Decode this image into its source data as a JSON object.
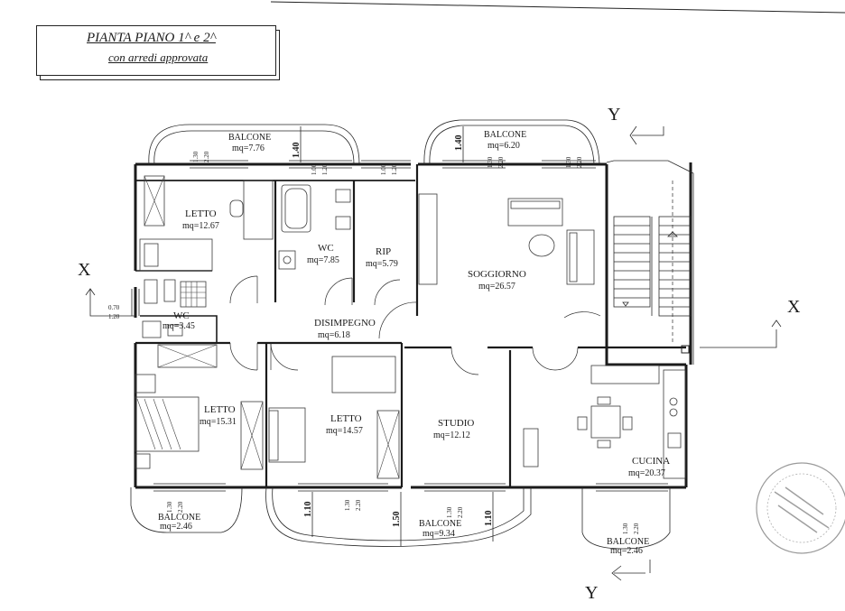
{
  "title": {
    "line1": "PIANTA PIANO 1^ e 2^",
    "line2": "con arredi approvata"
  },
  "rooms": [
    {
      "id": "letto-nw",
      "name": "LETTO",
      "area": "mq=12.67"
    },
    {
      "id": "wc-main",
      "name": "WC",
      "area": "mq=7.85"
    },
    {
      "id": "rip",
      "name": "RIP",
      "area": "mq=5.79"
    },
    {
      "id": "soggiorno",
      "name": "SOGGIORNO",
      "area": "mq=26.57"
    },
    {
      "id": "wc-small",
      "name": "WC",
      "area": "mq=3.45"
    },
    {
      "id": "disimpegno",
      "name": "DISIMPEGNO",
      "area": "mq=6.18"
    },
    {
      "id": "letto-sw",
      "name": "LETTO",
      "area": "mq=15.31"
    },
    {
      "id": "letto-s",
      "name": "LETTO",
      "area": "mq=14.57"
    },
    {
      "id": "studio",
      "name": "STUDIO",
      "area": "mq=12.12"
    },
    {
      "id": "cucina",
      "name": "CUCINA",
      "area": "mq=20.37"
    }
  ],
  "balconies": [
    {
      "id": "balcone-nw",
      "name": "BALCONE",
      "area": "mq=7.76"
    },
    {
      "id": "balcone-ne",
      "name": "BALCONE",
      "area": "mq=6.20"
    },
    {
      "id": "balcone-sw",
      "name": "BALCONE",
      "area": "mq=2.46"
    },
    {
      "id": "balcone-s",
      "name": "BALCONE",
      "area": "mq=9.34"
    },
    {
      "id": "balcone-se",
      "name": "BALCONE",
      "area": "mq=2.46"
    }
  ],
  "window_dims": {
    "sill": "1.30",
    "head": "2.20",
    "sill_small": "1.00",
    "head_small": "1.20",
    "wc_small": "0.70"
  },
  "balcony_depths": {
    "north": "1.40",
    "south_a": "1.10",
    "south_b": "1.50",
    "south_c": "1.10"
  },
  "section_marks": {
    "x": "X",
    "y": "Y"
  }
}
